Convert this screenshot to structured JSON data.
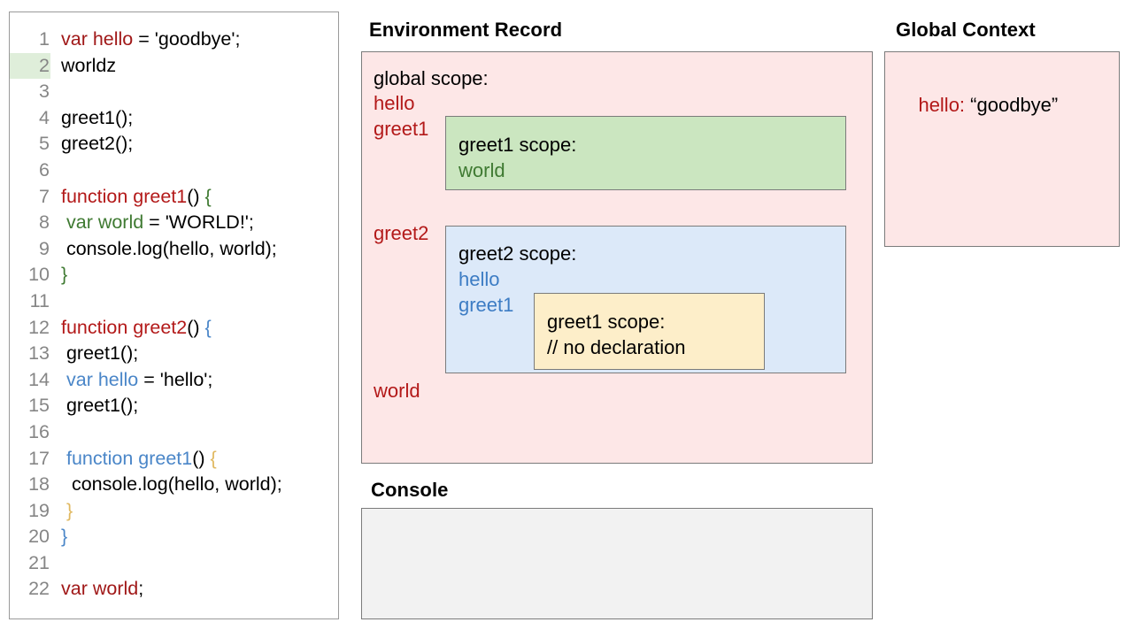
{
  "editor": {
    "lines": [
      {
        "num": "1",
        "highlight": false,
        "tokens": [
          {
            "t": "var hello",
            "c": "dred"
          },
          {
            "t": " = 'goodbye';",
            "c": "black"
          }
        ]
      },
      {
        "num": "2",
        "highlight": true,
        "tokens": [
          {
            "t": "worldz",
            "c": "black"
          }
        ]
      },
      {
        "num": "3",
        "highlight": false,
        "tokens": [
          {
            "t": "",
            "c": "black"
          }
        ]
      },
      {
        "num": "4",
        "highlight": false,
        "tokens": [
          {
            "t": "greet1();",
            "c": "black"
          }
        ]
      },
      {
        "num": "5",
        "highlight": false,
        "tokens": [
          {
            "t": "greet2();",
            "c": "black"
          }
        ]
      },
      {
        "num": "6",
        "highlight": false,
        "tokens": [
          {
            "t": "",
            "c": "black"
          }
        ]
      },
      {
        "num": "7",
        "highlight": false,
        "tokens": [
          {
            "t": "function greet1",
            "c": "red"
          },
          {
            "t": "() ",
            "c": "black"
          },
          {
            "t": "{",
            "c": "green"
          }
        ]
      },
      {
        "num": "8",
        "highlight": false,
        "tokens": [
          {
            "t": " ",
            "c": "black"
          },
          {
            "t": "var world",
            "c": "green"
          },
          {
            "t": " = 'WORLD!';",
            "c": "black"
          }
        ]
      },
      {
        "num": "9",
        "highlight": false,
        "tokens": [
          {
            "t": " console.log(hello, world);",
            "c": "black"
          }
        ]
      },
      {
        "num": "10",
        "highlight": false,
        "tokens": [
          {
            "t": "}",
            "c": "green"
          }
        ]
      },
      {
        "num": "11",
        "highlight": false,
        "tokens": [
          {
            "t": "",
            "c": "black"
          }
        ]
      },
      {
        "num": "12",
        "highlight": false,
        "tokens": [
          {
            "t": "function greet2",
            "c": "red"
          },
          {
            "t": "() ",
            "c": "black"
          },
          {
            "t": "{",
            "c": "blue"
          }
        ]
      },
      {
        "num": "13",
        "highlight": false,
        "tokens": [
          {
            "t": " greet1();",
            "c": "black"
          }
        ]
      },
      {
        "num": "14",
        "highlight": false,
        "tokens": [
          {
            "t": " ",
            "c": "black"
          },
          {
            "t": "var hello",
            "c": "blue"
          },
          {
            "t": " = 'hello';",
            "c": "black"
          }
        ]
      },
      {
        "num": "15",
        "highlight": false,
        "tokens": [
          {
            "t": " greet1();",
            "c": "black"
          }
        ]
      },
      {
        "num": "16",
        "highlight": false,
        "tokens": [
          {
            "t": "",
            "c": "black"
          }
        ]
      },
      {
        "num": "17",
        "highlight": false,
        "tokens": [
          {
            "t": " ",
            "c": "black"
          },
          {
            "t": "function greet1",
            "c": "blue"
          },
          {
            "t": "() ",
            "c": "black"
          },
          {
            "t": "{",
            "c": "tan"
          }
        ]
      },
      {
        "num": "18",
        "highlight": false,
        "tokens": [
          {
            "t": "  console.log(hello, world);",
            "c": "black"
          }
        ]
      },
      {
        "num": "19",
        "highlight": false,
        "tokens": [
          {
            "t": " ",
            "c": "black"
          },
          {
            "t": "}",
            "c": "tan"
          }
        ]
      },
      {
        "num": "20",
        "highlight": false,
        "tokens": [
          {
            "t": "}",
            "c": "blue"
          }
        ]
      },
      {
        "num": "21",
        "highlight": false,
        "tokens": [
          {
            "t": "",
            "c": "black"
          }
        ]
      },
      {
        "num": "22",
        "highlight": false,
        "tokens": [
          {
            "t": "var world",
            "c": "dred"
          },
          {
            "t": ";",
            "c": "black"
          }
        ]
      }
    ]
  },
  "environment_record": {
    "title": "Environment Record",
    "global_scope_label": "global scope:",
    "global_bindings": [
      "hello",
      "greet1",
      "greet2",
      "world"
    ],
    "greet1_scope": {
      "title": "greet1 scope:",
      "bindings": [
        "world"
      ]
    },
    "greet2_scope": {
      "title": "greet2 scope:",
      "bindings": [
        "hello",
        "greet1"
      ],
      "inner_greet1_scope": {
        "title": "greet1 scope:",
        "note": "// no declaration"
      }
    }
  },
  "global_context": {
    "title": "Global Context",
    "entries": [
      {
        "key": "hello:",
        "value": "“goodbye”"
      }
    ]
  },
  "console": {
    "title": "Console",
    "lines": []
  },
  "colors": {
    "pink_fill": "#fde7e7",
    "green_fill": "#cbe6c0",
    "blue_fill": "#dce9f9",
    "yellow_fill": "#fdeec9",
    "console_fill": "#f2f2f2",
    "border": "#7b7b7b",
    "red_text": "#b31919",
    "green_text": "#3f7a32",
    "blue_text": "#3c7cc4",
    "line_number": "#868686",
    "line_highlight": "#dfeeda"
  }
}
